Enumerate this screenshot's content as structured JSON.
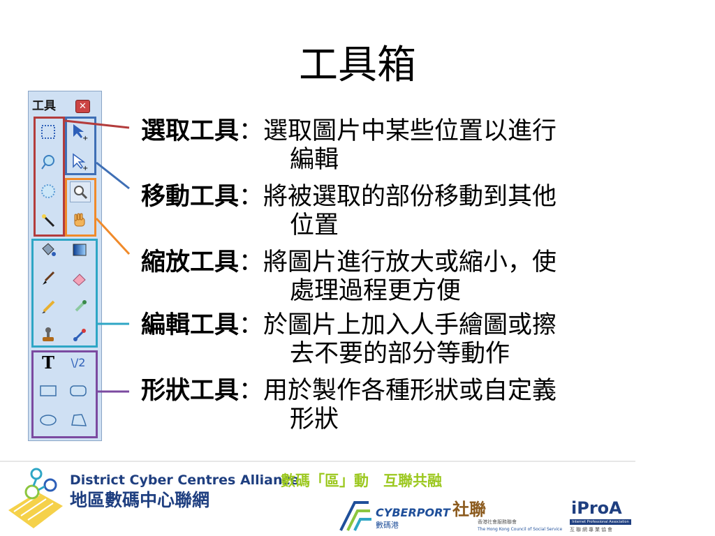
{
  "title": "工具箱",
  "toolbox": {
    "header": "工具",
    "close_symbol": "✕"
  },
  "tool_groups": [
    {
      "term": "選取工具",
      "colon": "：",
      "line1": "選取圖片中某些位置以進行",
      "line2": "編輯",
      "color": "#b33c3c"
    },
    {
      "term": "移動工具",
      "colon": "：",
      "line1": "將被選取的部份移動到其他",
      "line2": "位置",
      "color": "#3f6fb5"
    },
    {
      "term": "縮放工具",
      "colon": "：",
      "line1": "將圖片進行放大或縮小，使",
      "line2": "處理過程更方便",
      "color": "#f08a2a"
    },
    {
      "term": "編輯工具",
      "colon": "：",
      "line1": "於圖片上加入人手繪圖或擦",
      "line2": "去不要的部分等動作",
      "color": "#2ea6c5"
    },
    {
      "term": "形狀工具",
      "colon": "：",
      "line1": "用於製作各種形狀或自定義",
      "line2": "形狀",
      "color": "#7b4aa0"
    }
  ],
  "footer": {
    "dcca_en": "District Cyber Centres Alliance",
    "dcca_zh": "地區數碼中心聯網",
    "slogan": "數碼「區」動　互聯共融",
    "cyberport_en": "CYBERPORT",
    "cyberport_zh": "數碼港",
    "hkcss_mark": "社聯",
    "hkcss_zh": "香港社會服務聯會",
    "hkcss_en": "The Hong Kong Council of Social Service",
    "ipro_mark": "iProA",
    "ipro_en": "Internet Professional Association",
    "ipro_zh": "互聯網專業協會"
  }
}
